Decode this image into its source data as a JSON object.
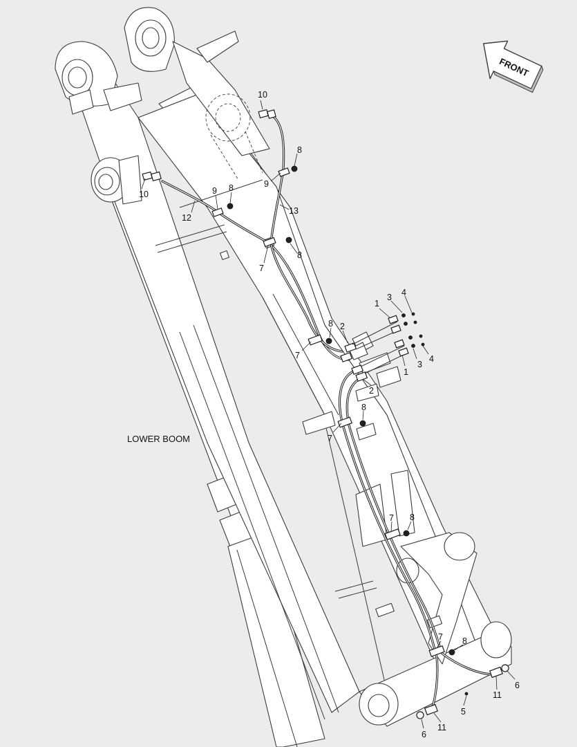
{
  "diagram": {
    "labels": {
      "lower_boom": "LOWER BOOM",
      "front": "FRONT"
    },
    "callouts": [
      {
        "id": "c10a",
        "text": "10"
      },
      {
        "id": "c10b",
        "text": "10"
      },
      {
        "id": "c8a",
        "text": "8"
      },
      {
        "id": "c9a",
        "text": "9"
      },
      {
        "id": "c9b",
        "text": "9"
      },
      {
        "id": "c8b",
        "text": "8"
      },
      {
        "id": "c12",
        "text": "12"
      },
      {
        "id": "c13",
        "text": "13"
      },
      {
        "id": "c8c",
        "text": "8"
      },
      {
        "id": "c7a",
        "text": "7"
      },
      {
        "id": "c1a",
        "text": "1"
      },
      {
        "id": "c3a",
        "text": "3"
      },
      {
        "id": "c4a",
        "text": "4"
      },
      {
        "id": "c8d",
        "text": "8"
      },
      {
        "id": "c2a",
        "text": "2"
      },
      {
        "id": "c7b",
        "text": "7"
      },
      {
        "id": "c4b",
        "text": "4"
      },
      {
        "id": "c3b",
        "text": "3"
      },
      {
        "id": "c1b",
        "text": "1"
      },
      {
        "id": "c2b",
        "text": "2"
      },
      {
        "id": "c8e",
        "text": "8"
      },
      {
        "id": "c7c",
        "text": "7"
      },
      {
        "id": "c7d",
        "text": "7"
      },
      {
        "id": "c8f",
        "text": "8"
      },
      {
        "id": "c7e",
        "text": "7"
      },
      {
        "id": "c8g",
        "text": "8"
      },
      {
        "id": "c6a",
        "text": "6"
      },
      {
        "id": "c11a",
        "text": "11"
      },
      {
        "id": "c5",
        "text": "5"
      },
      {
        "id": "c6b",
        "text": "6"
      },
      {
        "id": "c11b",
        "text": "11"
      }
    ]
  }
}
